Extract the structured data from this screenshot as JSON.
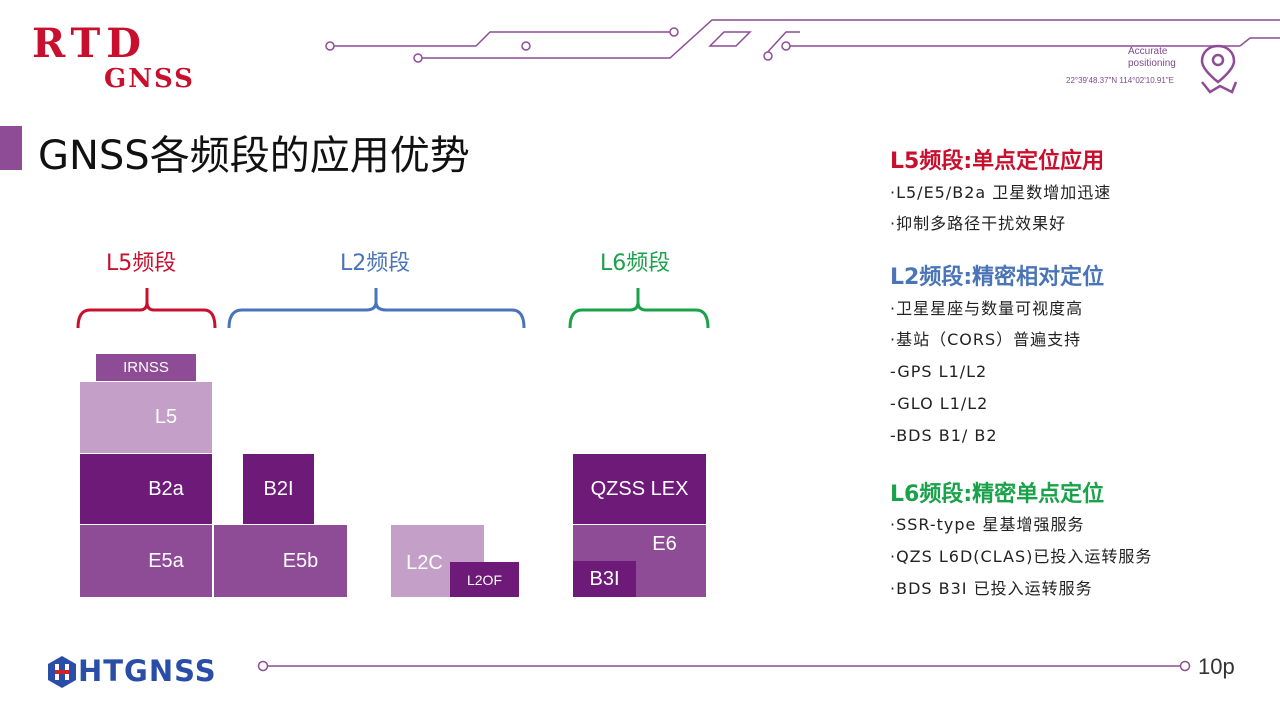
{
  "header": {
    "logo_rtd": "RTD",
    "logo_gnss": "GNSS",
    "positioning_line1": "Accurate",
    "positioning_line2": "positioning",
    "coordinates": "22°39'48.37\"N 114°02'10.91\"E"
  },
  "title": "GNSS各频段的应用优势",
  "diagram": {
    "bands": [
      {
        "label": "L5频段",
        "color": "#c8102e"
      },
      {
        "label": "L2频段",
        "color": "#4a74b8"
      },
      {
        "label": "L6频段",
        "color": "#1aa24a"
      }
    ],
    "blocks": {
      "irnss": "IRNSS",
      "l5": "L5",
      "b2a": "B2a",
      "e5a": "E5a",
      "b2i": "B2I",
      "e5b": "E5b",
      "l2c": "L2C",
      "l2of": "L2OF",
      "qzss_lex": "QZSS LEX",
      "e6": "E6",
      "b3i": "B3I"
    }
  },
  "right": {
    "sections": [
      {
        "heading": "L5频段:单点定位应用",
        "color": "#c8102e",
        "items": [
          "·L5/E5/B2a 卫星数增加迅速",
          "·抑制多路径干扰效果好"
        ]
      },
      {
        "heading": "L2频段:精密相对定位",
        "color": "#4a74b8",
        "items": [
          "·卫星星座与数量可视度高",
          "·基站（CORS）普遍支持",
          "-GPS L1/L2",
          "-GLO L1/L2",
          "-BDS B1/ B2"
        ]
      },
      {
        "heading": "L6频段:精密单点定位",
        "color": "#1aa24a",
        "items": [
          "·SSR-type 星基增强服务",
          "·QZS L6D(CLAS)已投入运转服务",
          "·BDS B3I 已投入运转服务"
        ]
      }
    ]
  },
  "footer": {
    "logo": "HTGNSS",
    "page_number": "10p"
  },
  "colors": {
    "accent": "#8e4c96",
    "light": "#c49fc8",
    "dark": "#6e1a78"
  }
}
